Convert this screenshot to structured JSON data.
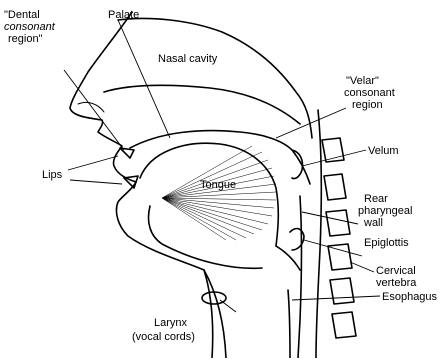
{
  "diagram": {
    "labels": {
      "dental_line1": "\"Dental",
      "dental_line2": "consonant",
      "dental_line3": "region\"",
      "palate": "Palate",
      "nasal_cavity": "Nasal cavity",
      "velar_line1": "\"Velar\"",
      "velar_line2": "consonant",
      "velar_line3": "region",
      "velum": "Velum",
      "lips": "Lips",
      "tongue": "Tongue",
      "rear_line1": "Rear",
      "rear_line2": "pharyngeal",
      "rear_line3": "wall",
      "epiglottis": "Epiglottis",
      "cervical_line1": "Cervical",
      "cervical_line2": "vertebra",
      "esophagus": "Esophagus",
      "larynx_line1": "Larynx",
      "larynx_line2": "(vocal cords)"
    }
  }
}
